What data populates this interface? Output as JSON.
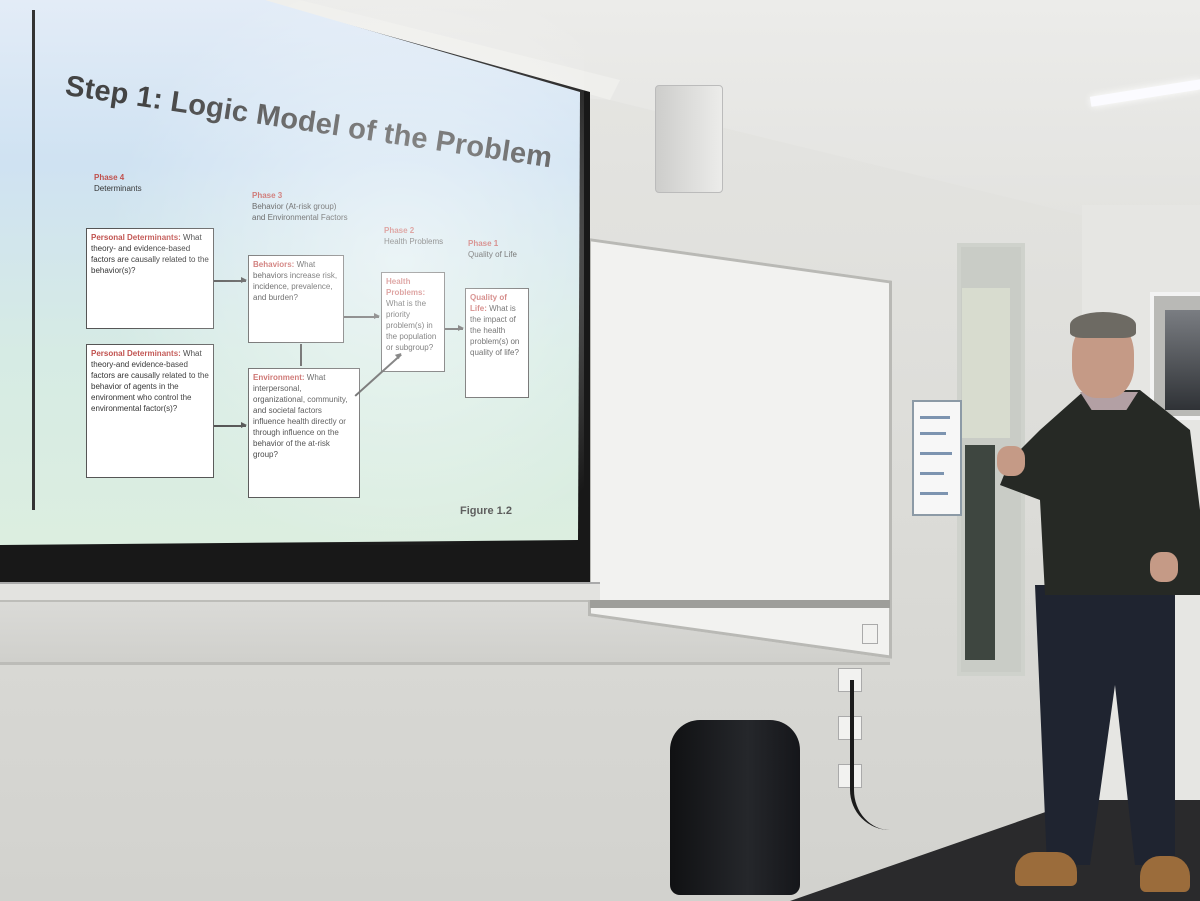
{
  "slide": {
    "title": "Step 1: Logic Model of the Problem",
    "figure_label": "Figure 1.2",
    "phases": [
      {
        "label": "Phase 4",
        "name": "Determinants"
      },
      {
        "label": "Phase 3",
        "name": "Behavior (At-risk group) and Environmental Factors"
      },
      {
        "label": "Phase 2",
        "name": "Health Problems"
      },
      {
        "label": "Phase 1",
        "name": "Quality of Life"
      }
    ],
    "boxes": {
      "personal_1": {
        "heading": "Personal Determinants:",
        "text": "What theory- and evidence-based factors are causally related to the behavior(s)?"
      },
      "personal_2": {
        "heading": "Personal Determinants:",
        "text": "What theory-and evidence-based factors are causally related to the behavior of agents in the environment who control the environmental factor(s)?"
      },
      "behaviors": {
        "heading": "Behaviors:",
        "text": "What behaviors increase risk, incidence, prevalence, and burden?"
      },
      "environment": {
        "heading": "Environment:",
        "text": "What interpersonal, organizational, community, and societal factors influence health directly or through influence on the behavior of the at-risk group?"
      },
      "health": {
        "heading": "Health Problems:",
        "text": "What is the priority problem(s) in the population or subgroup?"
      },
      "quality": {
        "heading": "Quality of Life:",
        "text": "What is the impact of the health problem(s) on quality of life?"
      }
    }
  },
  "colors": {
    "heading_accent": "#c0504d",
    "slide_bg": "#d6ebe4"
  }
}
